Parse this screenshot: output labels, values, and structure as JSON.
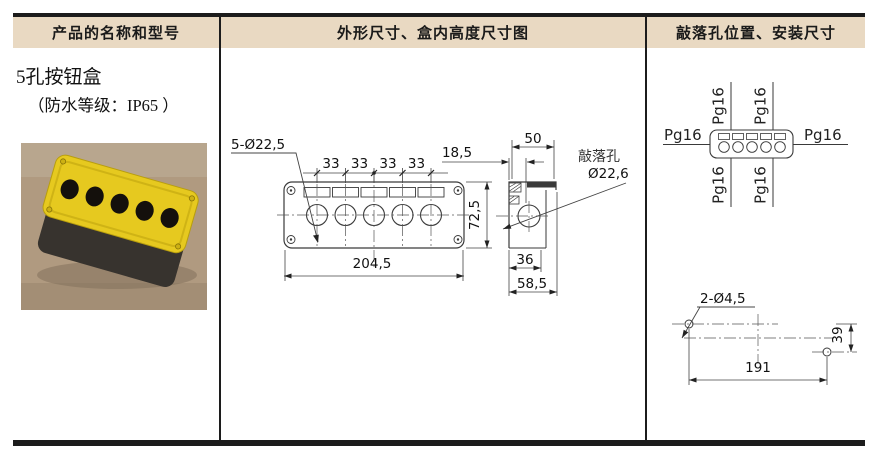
{
  "table": {
    "headers": {
      "product": "产品的名称和型号",
      "dimensions": "外形尺寸、盒内高度尺寸图",
      "knockout": "敲落孔位置、安装尺寸"
    }
  },
  "product": {
    "name": "5孔按钮盒",
    "waterproof_rating": "（防水等级：IP65 ）"
  },
  "front_view": {
    "holes_label": "5-Ø22,5",
    "pitch": [
      "33",
      "33",
      "33",
      "33"
    ],
    "edge_offset": "18,5",
    "height": "72,5",
    "width": "204,5"
  },
  "side_view": {
    "top_width": "50",
    "knockout_name": "敲落孔",
    "knockout_diameter": "Ø22,6",
    "inner_width": "36",
    "outer_width": "58,5"
  },
  "gland_view": {
    "labels": {
      "top_left": "Pg16",
      "top_right": "Pg16",
      "left": "Pg16",
      "right": "Pg16",
      "bottom_left": "Pg16",
      "bottom_right": "Pg16"
    }
  },
  "mounting_view": {
    "holes_label": "2-Ø4,5",
    "hole_spacing": "191",
    "vertical_offset": "39"
  },
  "colors": {
    "header_bg": "#e9d9c2",
    "rule": "#1c1c1c",
    "box_yellow": "#e6c91f"
  }
}
